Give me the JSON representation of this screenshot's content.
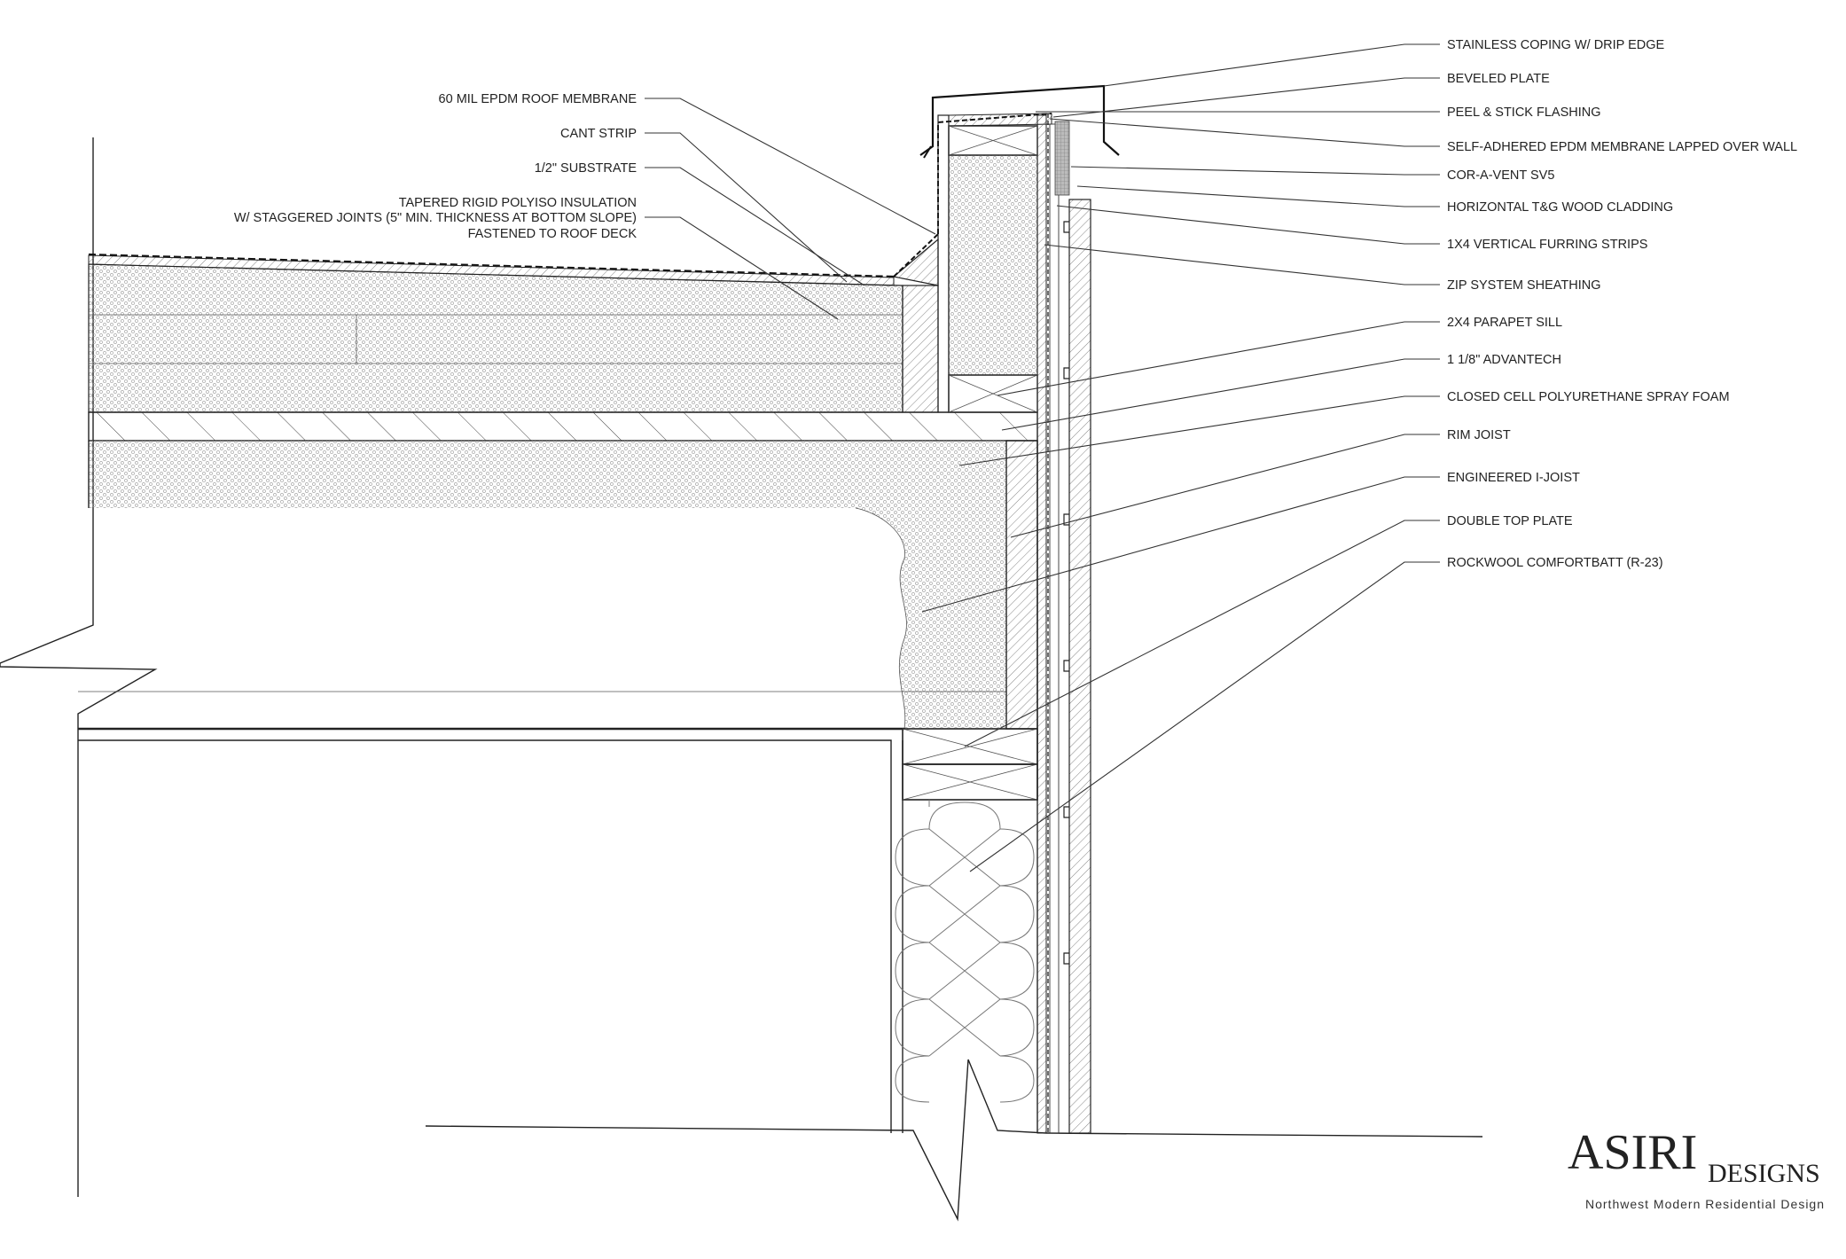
{
  "labels_left": [
    {
      "id": "epdm",
      "text": "60 MIL EPDM ROOF MEMBRANE"
    },
    {
      "id": "cant",
      "text": "CANT STRIP"
    },
    {
      "id": "substrate",
      "text": "1/2\" SUBSTRATE"
    },
    {
      "id": "polyiso1",
      "text": "TAPERED RIGID POLYISO INSULATION"
    },
    {
      "id": "polyiso2",
      "text": "W/ STAGGERED JOINTS (5\" MIN. THICKNESS AT BOTTOM SLOPE)"
    },
    {
      "id": "polyiso3",
      "text": "FASTENED TO ROOF DECK"
    }
  ],
  "labels_right": [
    {
      "id": "coping",
      "text": "STAINLESS COPING W/ DRIP EDGE"
    },
    {
      "id": "beveled",
      "text": "BEVELED PLATE"
    },
    {
      "id": "peel",
      "text": "PEEL & STICK FLASHING"
    },
    {
      "id": "selfadh",
      "text": "SELF-ADHERED EPDM MEMBRANE LAPPED OVER WALL"
    },
    {
      "id": "corvent",
      "text": "COR-A-VENT SV5"
    },
    {
      "id": "cladding",
      "text": "HORIZONTAL T&G WOOD CLADDING"
    },
    {
      "id": "furring",
      "text": "1X4 VERTICAL FURRING STRIPS"
    },
    {
      "id": "zip",
      "text": "ZIP SYSTEM SHEATHING"
    },
    {
      "id": "sill",
      "text": "2X4 PARAPET SILL"
    },
    {
      "id": "advantech",
      "text": "1 1/8\" ADVANTECH"
    },
    {
      "id": "sprayfoam",
      "text": "CLOSED CELL POLYURETHANE SPRAY FOAM"
    },
    {
      "id": "rimjoist",
      "text": "RIM JOIST"
    },
    {
      "id": "ijoist",
      "text": "ENGINEERED I-JOIST"
    },
    {
      "id": "topplate",
      "text": "DOUBLE TOP PLATE"
    },
    {
      "id": "rockwool",
      "text": "ROCKWOOL COMFORTBATT (R-23)"
    }
  ],
  "logo": {
    "main": "ASIRI",
    "sub": "DESIGNS",
    "tagline": "Northwest  Modern  Residential  Design"
  }
}
